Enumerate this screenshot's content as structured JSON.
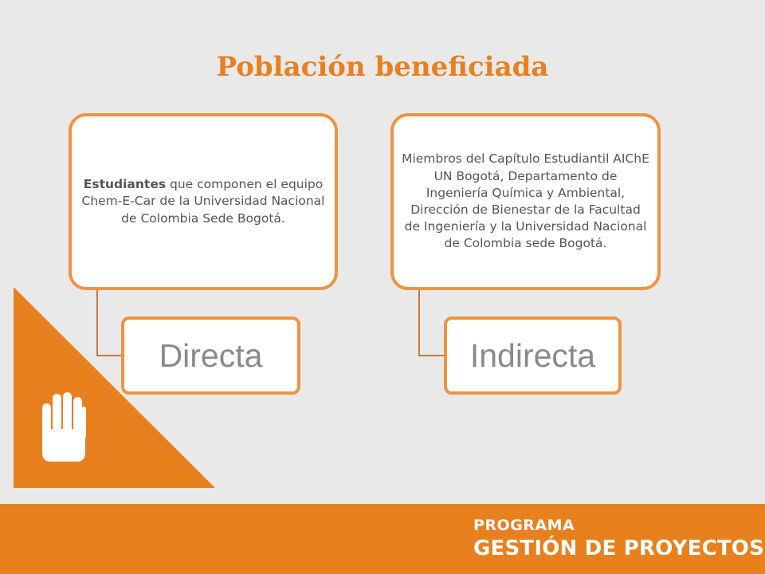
{
  "slide": {
    "title": "Población beneficiada"
  },
  "diagram": {
    "directa": {
      "description_bold": "Estudiantes",
      "description_rest": " que componen el equipo Chem-E-Car de la Universidad Nacional de Colombia Sede Bogotá.",
      "label": "Directa"
    },
    "indirecta": {
      "description": "Miembros del Capítulo Estudiantil AIChE UN Bogotá, Departamento de Ingeniería Química y Ambiental, Dirección de Bienestar de la Facultad de Ingeniería y la Universidad Nacional de Colombia sede Bogotá.",
      "label": "Indirecta"
    }
  },
  "footer": {
    "brand_line1": "PROGRAMA",
    "brand_line2": "GESTIÓN DE PROYECTOS"
  },
  "colors": {
    "accent": "#e8801e",
    "box_border": "#ef9340",
    "connector": "#c07a3c",
    "background": "#e9e9e9"
  },
  "icons": {
    "corner_icon": "raised-hand-icon"
  }
}
